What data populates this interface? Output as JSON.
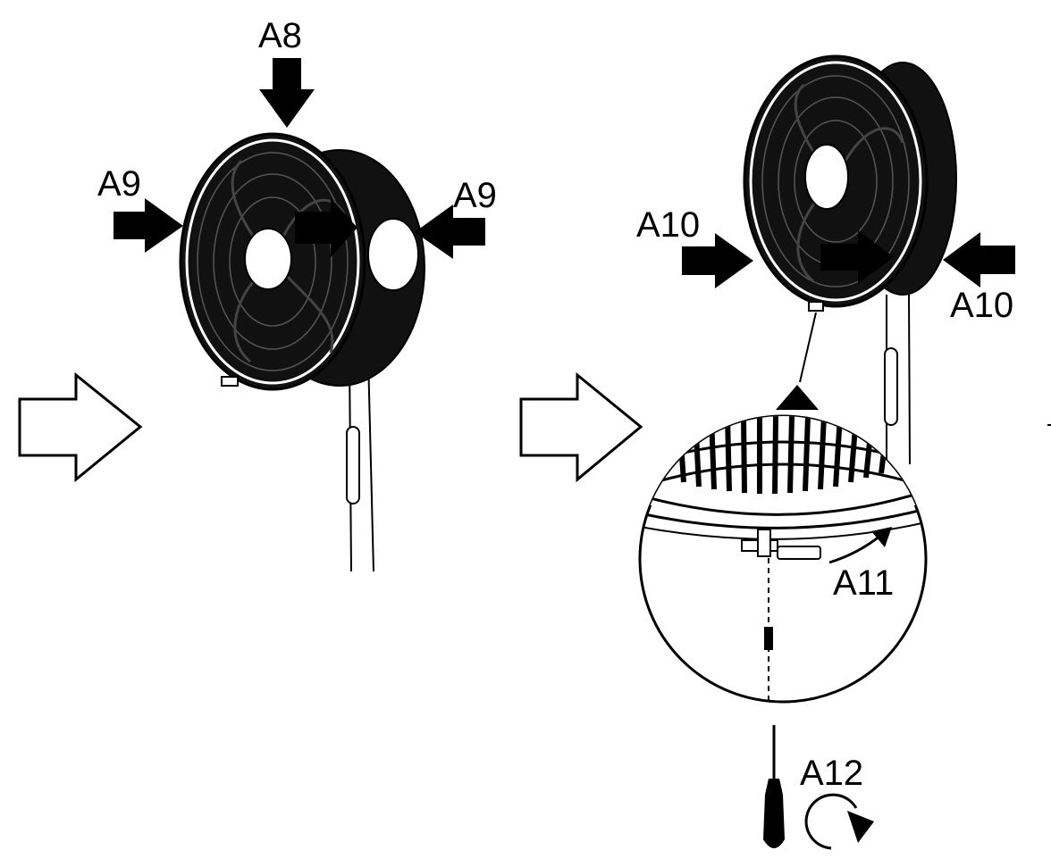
{
  "labels": {
    "a8": "A8",
    "a9_left": "A9",
    "a9_right": "A9",
    "a10_left": "A10",
    "a10_right": "A10",
    "a11": "A11",
    "a12": "A12"
  },
  "colors": {
    "ink": "#000000",
    "paper": "#ffffff",
    "fan_body": "#111111",
    "grille_detail": "#ffffff"
  },
  "icons": {
    "step_arrow": "hollow-right-arrow",
    "press_arrow": "solid-arrow",
    "rotate": "clockwise-rotate-arrow",
    "tool": "screwdriver"
  }
}
